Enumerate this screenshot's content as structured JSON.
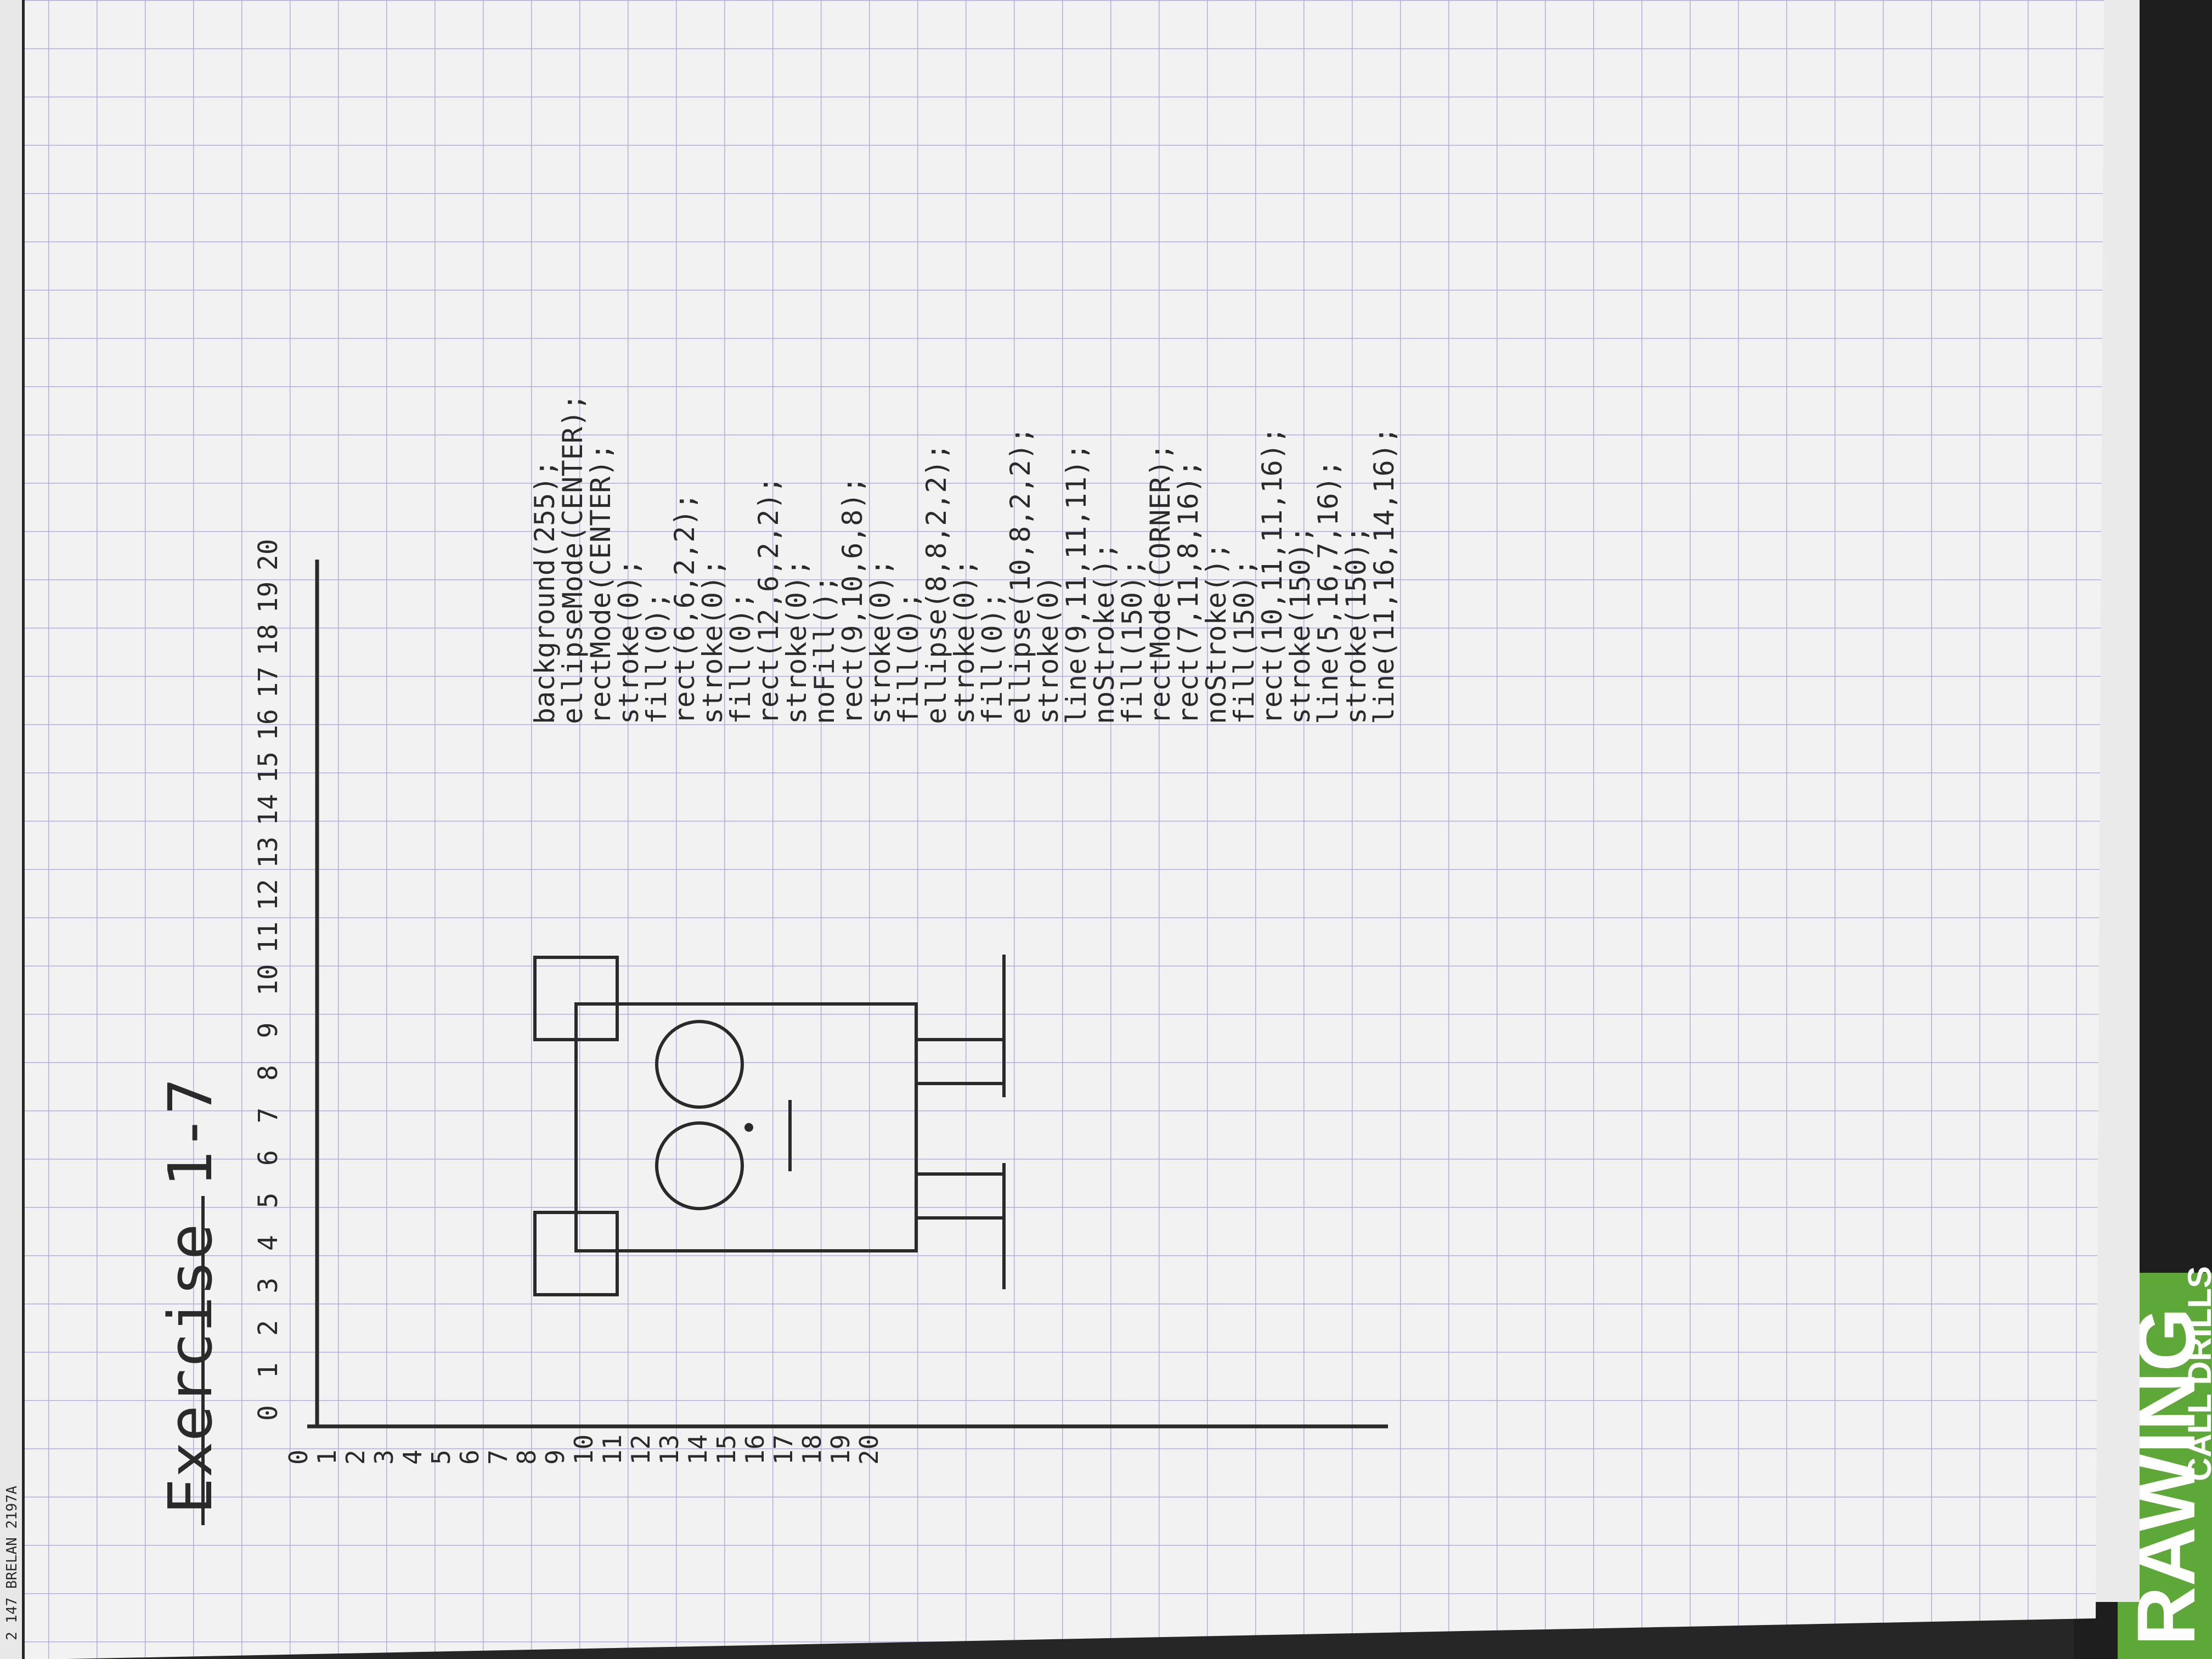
{
  "title": "Exercise 1-7",
  "x_axis_numbers": [
    "0",
    "1",
    "2",
    "3",
    "4",
    "5",
    "6",
    "7",
    "8",
    "9",
    "10",
    "11",
    "12",
    "13",
    "14",
    "15",
    "16",
    "17",
    "18",
    "19",
    "20"
  ],
  "y_axis_numbers": [
    "0",
    "1",
    "2",
    "3",
    "4",
    "5",
    "6",
    "7",
    "8",
    "9",
    "10",
    "11",
    "12",
    "13",
    "14",
    "15",
    "16",
    "17",
    "18",
    "19",
    "20"
  ],
  "code_lines": [
    "background(255);",
    "ellipseMode(CENTER);",
    "rectMode(CENTER);",
    "stroke(0);",
    "fill(0);",
    "rect(6,6,2,2);",
    "stroke(0);",
    "fill(0);",
    "rect(12,6,2,2);",
    "stroke(0);",
    "noFill();",
    "rect(9,10,6,8);",
    "stroke(0);",
    "fill(0);",
    "ellipse(8,8,2,2);",
    "stroke(0);",
    "fill(0);",
    "ellipse(10,8,2,2);",
    "stroke(0)",
    "line(9,11,11,11);",
    "noStroke();",
    "fill(150);",
    "rectMode(CORNER);",
    "rect(7,11,8,16);",
    "noStroke();",
    "fill(150);",
    "rect(10,11,11,16);",
    "stroke(150);",
    "line(5,16,7,16);",
    "stroke(150);",
    "line(11,16,14,16);"
  ],
  "sketchbook_label": "RAWING",
  "sketchbook_label_2": "CALL DRILLS",
  "side_strip_text": "2 147 BRELAN 2197A",
  "colors": {
    "paper": "#f2f2f2",
    "grid": "#b6aed2",
    "ink": "#2a2a2a",
    "cover": "#1e1e1e",
    "accent": "#5ea83a"
  }
}
